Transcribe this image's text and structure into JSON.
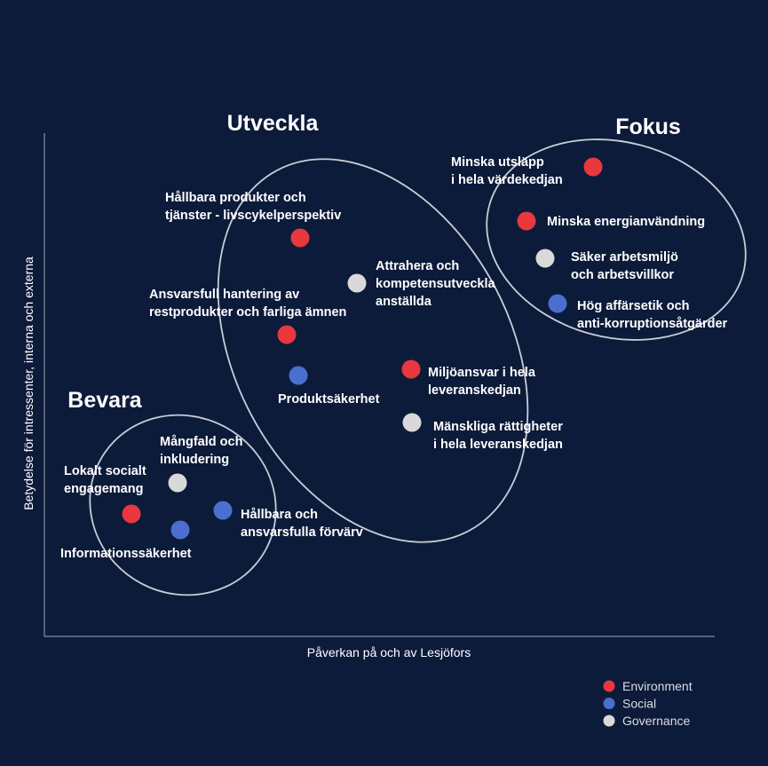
{
  "chart_data": {
    "type": "scatter",
    "xlabel": "Påverkan på och av Lesjöfors",
    "ylabel": "Betydelse för intressenter, interna och externa",
    "colors": {
      "Environment": "#e8383d",
      "Social": "#4a6fcf",
      "Governance": "#d9d9d9",
      "background": "#0d1b3a",
      "outline": "#c8ccd6"
    },
    "legend": {
      "position": "bottom-right",
      "entries": [
        "Environment",
        "Social",
        "Governance"
      ]
    },
    "groups": [
      {
        "name": "Utveckla"
      },
      {
        "name": "Fokus"
      },
      {
        "name": "Bevara"
      }
    ],
    "points": [
      {
        "label": [
          "Minska utsläpp",
          "i hela värdekedjan"
        ],
        "category": "Environment",
        "group": "Fokus"
      },
      {
        "label": [
          "Minska energianvändning"
        ],
        "category": "Environment",
        "group": "Fokus"
      },
      {
        "label": [
          "Säker arbetsmiljö",
          "och arbetsvillkor"
        ],
        "category": "Governance",
        "group": "Fokus"
      },
      {
        "label": [
          "Hög affärsetik och",
          "anti-korruptionsåtgärder"
        ],
        "category": "Social",
        "group": "Fokus"
      },
      {
        "label": [
          "Hållbara produkter och",
          "tjänster - livscykelperspektiv"
        ],
        "category": "Environment",
        "group": "Utveckla"
      },
      {
        "label": [
          "Attrahera och",
          "kompetensutveckla",
          "anställda"
        ],
        "category": "Governance",
        "group": "Utveckla"
      },
      {
        "label": [
          "Ansvarsfull hantering av",
          "restprodukter och farliga ämnen"
        ],
        "category": "Environment",
        "group": "Utveckla"
      },
      {
        "label": [
          "Produktsäkerhet"
        ],
        "category": "Social",
        "group": "Utveckla"
      },
      {
        "label": [
          "Miljöansvar i hela",
          "leveranskedjan"
        ],
        "category": "Environment",
        "group": "Utveckla"
      },
      {
        "label": [
          "Mänskliga rättigheter",
          "i hela leveranskedjan"
        ],
        "category": "Governance",
        "group": "Utveckla"
      },
      {
        "label": [
          "Mångfald och",
          "inkludering"
        ],
        "category": "Governance",
        "group": "Bevara"
      },
      {
        "label": [
          "Lokalt socialt",
          "engagemang"
        ],
        "category": "Environment",
        "group": "Bevara"
      },
      {
        "label": [
          "Hållbara och",
          "ansvarsfulla förvärv"
        ],
        "category": "Social",
        "group": "Bevara"
      },
      {
        "label": [
          "Informationssäkerhet"
        ],
        "category": "Social",
        "group": "Bevara"
      }
    ]
  }
}
